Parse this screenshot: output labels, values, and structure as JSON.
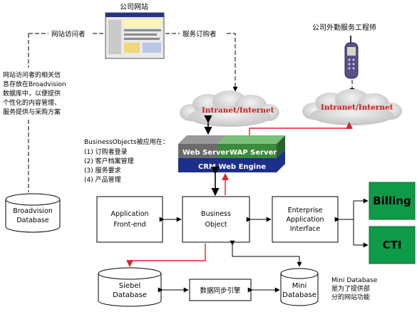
{
  "diagram": {
    "website_title": "公司网站",
    "visitor_label": "网站访问者",
    "subscriber_label": "服务订购者",
    "field_engineer_label": "公司外勤服务工程师",
    "intranet_left": "Intranet/Internet",
    "intranet_right": "Intranet/Internet",
    "left_note_lines": [
      "网站访问者的相关信",
      "息存放在Broadvision",
      "数据库中，以便提供",
      "个性化的内容管理、",
      "服务提供与采购方案"
    ],
    "bo_note_title": "BusinessObjects被应用在：",
    "bo_note_items": [
      "(1) 订购者登录",
      "(2) 客户档案管理",
      "(3) 服务要求",
      "(4) 产品管理"
    ],
    "web_server": "Web Server",
    "wap_server": "WAP Server",
    "crm_engine": "CRM Web Engine",
    "broadvision_db": [
      "Broadvision",
      "Database"
    ],
    "app_frontend": [
      "Application",
      "Front-end"
    ],
    "business_object": [
      "Business",
      "Object"
    ],
    "eai": [
      "Enterprise",
      "Application",
      "Interface"
    ],
    "billing": "Billing",
    "cti": "CTI",
    "siebel_db": [
      "Siebel",
      "Database"
    ],
    "sync_engine": "数据同步引擎",
    "mini_db": [
      "Mini",
      "Database"
    ],
    "mini_note_lines": [
      "Mini Database",
      "是为了提供部",
      "分的网站功能"
    ]
  },
  "colors": {
    "red_line": "#e0202a",
    "green_box": "#0f9a48",
    "cloud_text": "#cc1d1d",
    "server_grey": "#6b6b6b",
    "wap_green": "#3c8a3c",
    "engine_blue": "#1c2f8a"
  }
}
